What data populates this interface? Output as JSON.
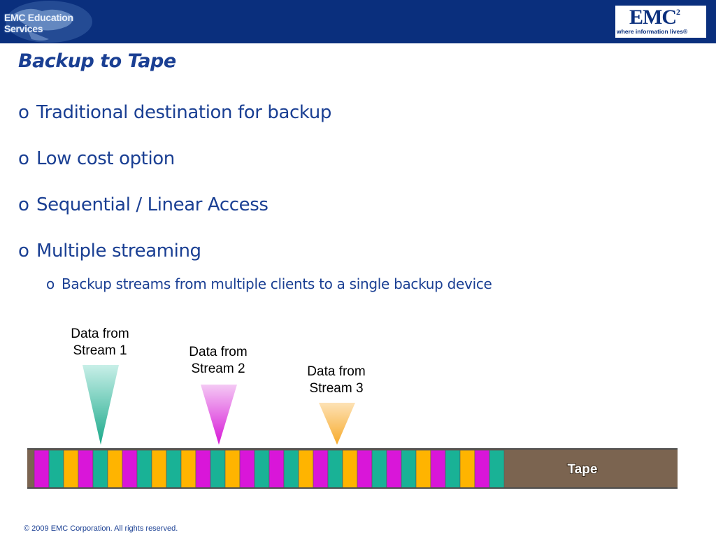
{
  "header": {
    "edu_logo_text": "EMC Education Services",
    "emc_logo_text": "EMC",
    "emc_logo_sup": "2",
    "emc_tagline": "where information lives®"
  },
  "slide": {
    "title": "Backup to Tape",
    "bullet_marker": "o",
    "bullets": [
      "Traditional destination for backup",
      "Low cost option",
      "Sequential / Linear Access",
      "Multiple streaming"
    ],
    "sub_bullet": "Backup streams from multiple clients to a single backup device"
  },
  "diagram": {
    "streams": [
      {
        "line1": "Data from",
        "line2": "Stream 1"
      },
      {
        "line1": "Data from",
        "line2": "Stream 2"
      },
      {
        "line1": "Data from",
        "line2": "Stream 3"
      }
    ],
    "tape_label": "Tape",
    "colors": {
      "stream1": "#19b296",
      "stream2": "#d916d9",
      "stream3": "#ffb400",
      "tape": "#7b6450",
      "tape_edge": "#4d4d4d"
    },
    "block_pattern": [
      "m",
      "t",
      "o",
      "m",
      "t",
      "o",
      "m",
      "t",
      "o",
      "t",
      "o",
      "m",
      "t",
      "o",
      "m",
      "t",
      "m",
      "t",
      "o",
      "m",
      "t",
      "o",
      "m",
      "t",
      "m",
      "t",
      "o",
      "m",
      "t",
      "o",
      "m",
      "t"
    ]
  },
  "footer": {
    "copyright": "© 2009 EMC Corporation. All rights reserved."
  }
}
